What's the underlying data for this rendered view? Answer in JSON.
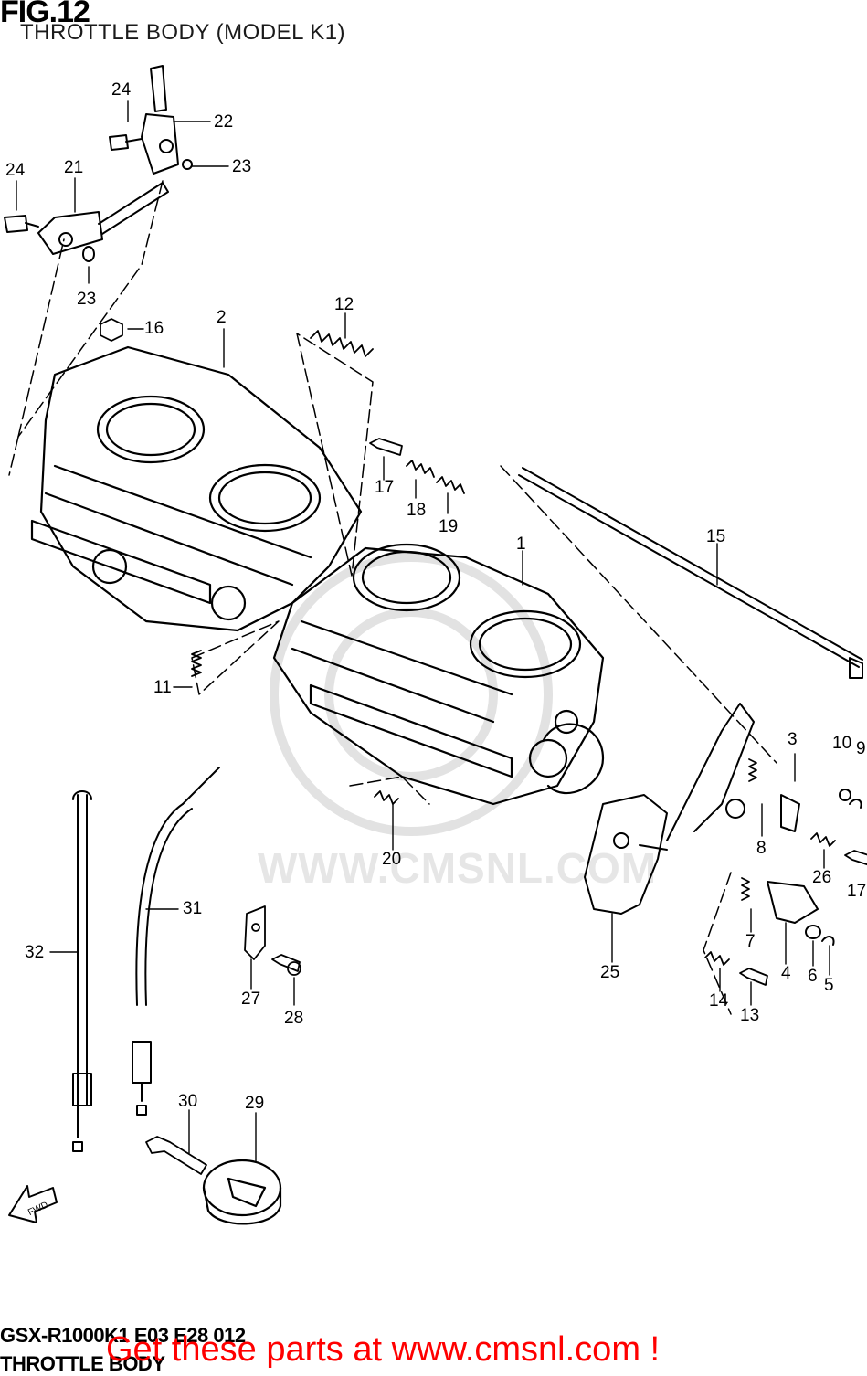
{
  "header": {
    "figure_number": "FIG.12",
    "figure_title": "THROTTLE BODY (MODEL K1)"
  },
  "watermark": {
    "text": "WWW.CMSNL.COM"
  },
  "diagram": {
    "arrow_label": "FWD",
    "callouts": [
      "24",
      "22",
      "23",
      "24",
      "21",
      "23",
      "12",
      "2",
      "16",
      "17",
      "18",
      "19",
      "15",
      "1",
      "11",
      "3",
      "10",
      "9",
      "8",
      "26",
      "17",
      "20",
      "31",
      "32",
      "27",
      "28",
      "7",
      "4",
      "6",
      "5",
      "25",
      "14",
      "13",
      "30",
      "29"
    ]
  },
  "footer": {
    "model_code": "GSX-R1000K1 E03 E28 012",
    "section_name": "THROTTLE BODY",
    "promo_text": "Get these parts at www.cmsnl.com !"
  },
  "colors": {
    "line": "#000000",
    "watermark": "#e6e6e6",
    "promo": "#ff0000"
  }
}
